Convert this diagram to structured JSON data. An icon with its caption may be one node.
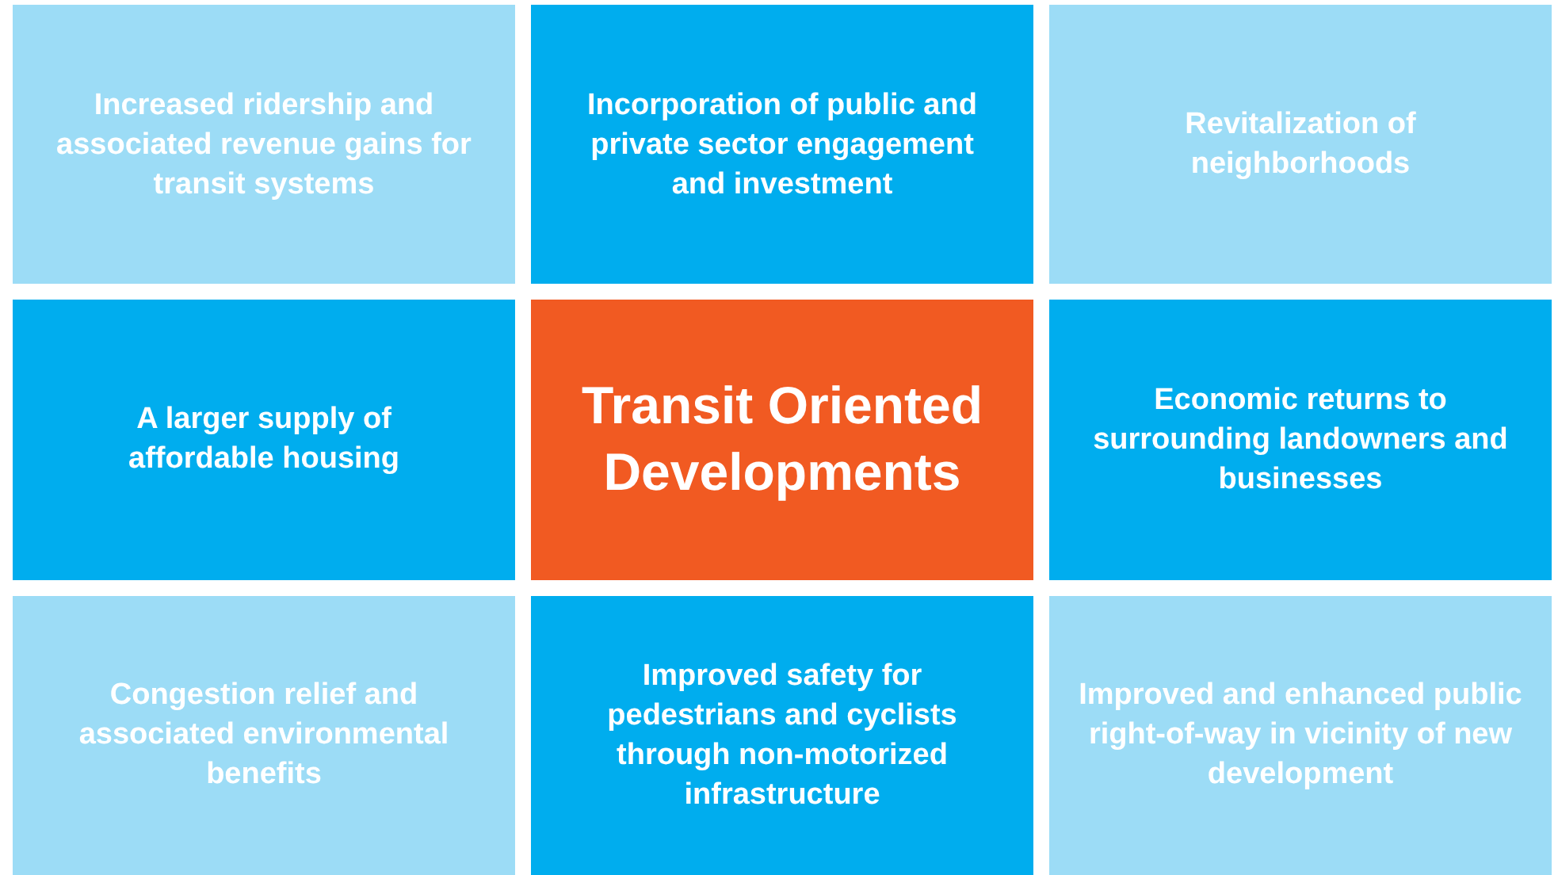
{
  "diagram": {
    "nodes": [
      {
        "text": [
          "Increased ridership and associated revenue gains for transit systems"
        ]
      },
      {
        "text": [
          "Incorporation of public and private sector engagement and investment"
        ]
      },
      {
        "text": [
          "Revitalization of neighborhoods"
        ]
      },
      {
        "text": [
          "A larger supply of affordable housing"
        ]
      },
      {
        "text": [
          "Transit Oriented Developments"
        ]
      },
      {
        "text": [
          "Economic returns to surrounding landowners and businesses"
        ]
      },
      {
        "text": [
          "Congestion relief and associated environmental benefits"
        ]
      },
      {
        "text": [
          "Improved safety for pedestrians and cyclists through non-motorized infrastructure"
        ]
      },
      {
        "text": [
          "Improved and enhanced public right-of-way in vicinity of new development"
        ]
      }
    ]
  }
}
